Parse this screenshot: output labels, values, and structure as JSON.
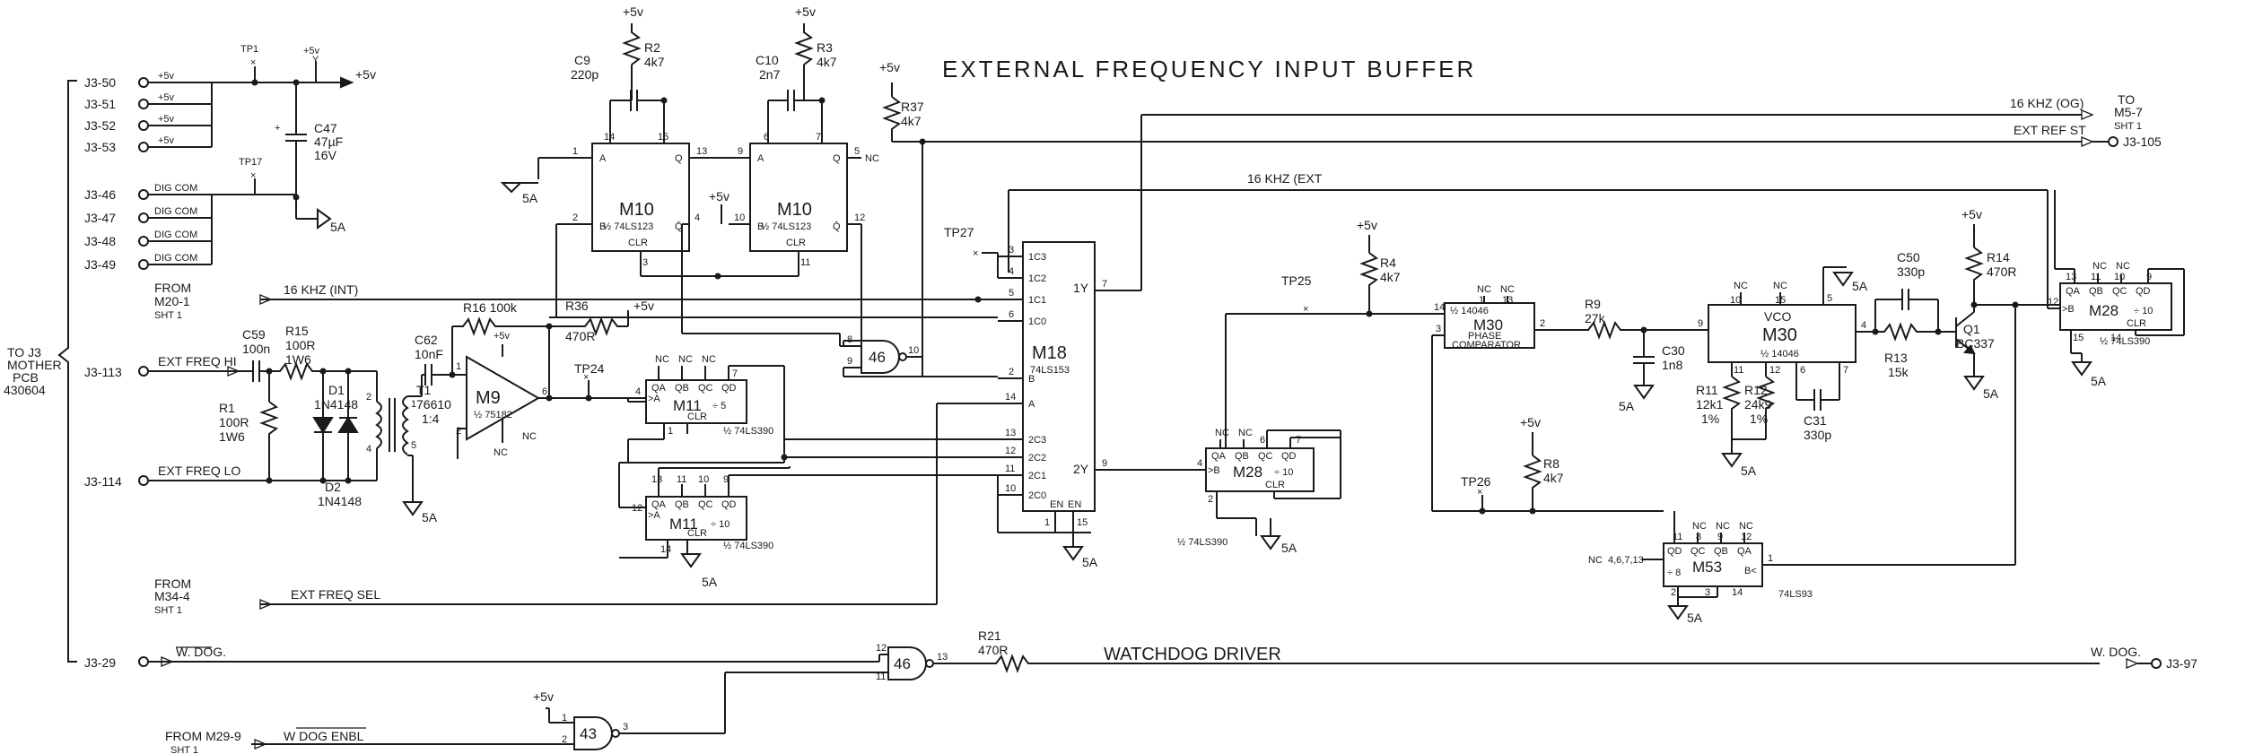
{
  "title": "EXTERNAL FREQUENCY INPUT BUFFER",
  "section_label": "WATCHDOG DRIVER",
  "connectors": {
    "j3_50": "J3-50",
    "j3_51": "J3-51",
    "j3_52": "J3-52",
    "j3_53": "J3-53",
    "j3_46": "J3-46",
    "j3_47": "J3-47",
    "j3_48": "J3-48",
    "j3_49": "J3-49",
    "j3_113": "J3-113",
    "j3_114": "J3-114",
    "j3_29": "J3-29",
    "j3_105": "J3-105",
    "j3_97": "J3-97"
  },
  "power": {
    "p5": "+5v",
    "p5_b": "+5V",
    "dig_com": "DIG COM",
    "gnd": "5A"
  },
  "mother_pcb": [
    "TO J3",
    "MOTHER",
    "PCB",
    "430604"
  ],
  "nets": {
    "ext_freq_hi": "EXT FREQ HI",
    "ext_freq_lo": "EXT FREQ LO",
    "khz_int": "16 KHZ (INT)",
    "khz_ext": "16 KHZ (EXT",
    "khz_og": "16 KHZ (OG)",
    "ext_ref_st": "EXT REF ST",
    "ext_freq_sel": "EXT FREQ SEL",
    "wdog": "W. DOG.",
    "wdog_out": "W. DOG.",
    "wdog_enbl": "W DOG ENBL"
  },
  "sources": {
    "m20": [
      "FROM",
      "M20-1",
      "SHT 1"
    ],
    "m34": [
      "FROM",
      "M34-4",
      "SHT 1"
    ],
    "m29": [
      "FROM M29-9",
      "SHT 1"
    ],
    "to_m5": [
      "TO",
      "M5-7",
      "SHT 1"
    ]
  },
  "test_points": {
    "tp1": "TP1",
    "tp17": "TP17",
    "tp27": "TP27",
    "tp24": "TP24",
    "tp25": "TP25",
    "tp26": "TP26"
  },
  "components": {
    "c47": [
      "C47",
      "47µF",
      "16V"
    ],
    "c9": [
      "C9",
      "220p"
    ],
    "r2": [
      "R2",
      "4k7"
    ],
    "c10": [
      "C10",
      "2n7"
    ],
    "r3": [
      "R3",
      "4k7"
    ],
    "r37": [
      "R37",
      "4k7"
    ],
    "c59": [
      "C59",
      "100n"
    ],
    "r15": [
      "R15",
      "100R",
      "1W6"
    ],
    "r1": [
      "R1",
      "100R",
      "1W6"
    ],
    "d1": [
      "D1",
      "1N4148"
    ],
    "d2": [
      "D2",
      "1N4148"
    ],
    "t1": [
      "T1",
      "76610",
      "1:4"
    ],
    "c62": [
      "C62",
      "10nF"
    ],
    "r16": "R16 100k",
    "r36": [
      "R36",
      "470R"
    ],
    "r4": [
      "R4",
      "4k7"
    ],
    "r9": [
      "R9",
      "27k"
    ],
    "c30": [
      "C30",
      "1n8"
    ],
    "r11": [
      "R11",
      "12k1",
      "1%"
    ],
    "r12": [
      "R12",
      "24k9",
      "1%"
    ],
    "c31": [
      "C31",
      "330p"
    ],
    "c50": [
      "C50",
      "330p"
    ],
    "r13": [
      "R13",
      "15k"
    ],
    "r14": [
      "R14",
      "470R"
    ],
    "q1": [
      "Q1",
      "BC337"
    ],
    "r8": [
      "R8",
      "4k7"
    ],
    "r21": [
      "R21",
      "470R"
    ]
  },
  "ics": {
    "m10a": {
      "name": "M10",
      "part": "½ 74LS123"
    },
    "m10b": {
      "name": "M10",
      "part": "½ 74LS123"
    },
    "m9": {
      "name": "M9",
      "part": "½ 75182"
    },
    "m11a": {
      "name": "M11",
      "div": "÷ 5",
      "part": "½ 74LS390"
    },
    "m11b": {
      "name": "M11",
      "div": "÷ 10",
      "part": "½ 74LS390"
    },
    "g46a": "46",
    "g46b": "46",
    "g43": "43",
    "m18": {
      "name": "M18",
      "part": "74LS153"
    },
    "m28a": {
      "name": "M28",
      "div": "÷ 10",
      "part": "½ 74LS390"
    },
    "m30a": {
      "name": "M30",
      "sub": [
        "PHASE",
        "COMPARATOR"
      ],
      "part": "½ 14046"
    },
    "m30b": {
      "name": "M30",
      "sub": [
        "VCO"
      ],
      "part": "½ 14046"
    },
    "m28b": {
      "name": "M28",
      "div": "÷ 10",
      "part": "½ 74LS390"
    },
    "m53": {
      "name": "M53",
      "div": "÷ 8",
      "part": "74LS93"
    }
  },
  "pins": {
    "clr": "CLR",
    "nc": "NC",
    "q": "Q",
    "qbar": "Q̄",
    "a": "A",
    "b": "B",
    "qa_qd": [
      "QA",
      "QB",
      "QC",
      "QD"
    ],
    "qd_qa": [
      "QD",
      "QC",
      "QB",
      "QA"
    ],
    "m18_in": [
      "1C3",
      "1C2",
      "1C1",
      "1C0",
      "B",
      "A",
      "2C3",
      "2C2",
      "2C1",
      "2C0"
    ],
    "m18_out": [
      "1Y",
      "2Y"
    ],
    "en": "EN",
    "m53_reset": "4,6,7,13"
  }
}
